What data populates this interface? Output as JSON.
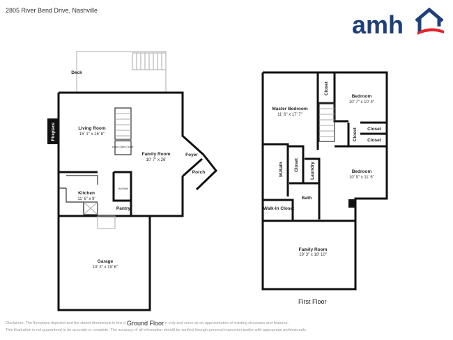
{
  "header": {
    "title": "2805 River Bend Drive, Nashville",
    "logo_text": "amh",
    "logo_colors": {
      "blue": "#1f3f7a",
      "red": "#e0262b"
    }
  },
  "ground_floor": {
    "label": "Ground Floor",
    "rooms": [
      {
        "name": "Deck"
      },
      {
        "name": "Living Room",
        "dims": "15' 1\" x 16' 8\""
      },
      {
        "name": "Family Room",
        "dims": "10' 7\" x 26'"
      },
      {
        "name": "Kitchen",
        "dims": "11' 6\" x 9'"
      },
      {
        "name": "Garage",
        "dims": "19' 3\" x 19' 6\""
      },
      {
        "name": "Foyer"
      },
      {
        "name": "Porch"
      },
      {
        "name": "Pantry"
      },
      {
        "name": "Half Bath"
      },
      {
        "name": "Under-Stairs Closet"
      },
      {
        "name": "Fireplace"
      }
    ]
  },
  "first_floor": {
    "label": "First Floor",
    "rooms": [
      {
        "name": "Master Bedroom",
        "dims": "11' 6\" x 17' 7\""
      },
      {
        "name": "Bedroom",
        "dims": "10' 7\" x 10' 4\""
      },
      {
        "name": "Bedroom",
        "dims": "10' 9\" x 11' 5\""
      },
      {
        "name": "Family Room",
        "dims": "19' 3\" x 18' 10\""
      },
      {
        "name": "Closet"
      },
      {
        "name": "Closet"
      },
      {
        "name": "Closet"
      },
      {
        "name": "Closet"
      },
      {
        "name": "Closet"
      },
      {
        "name": "M.Bath"
      },
      {
        "name": "Laundry"
      },
      {
        "name": "Bath"
      },
      {
        "name": "Walk-In Closet"
      }
    ]
  },
  "disclaimer": {
    "line1_a": "Disclaimer: The floorplans depicted and the stated dimensions in this d",
    "line1_b": "n only and serve as an approximation of existing structures and features.",
    "line2": "This illustration is not guaranteed to be accurate or complete. The accuracy of all information should be verified through personal inspection and/or with appropriate professionals."
  }
}
